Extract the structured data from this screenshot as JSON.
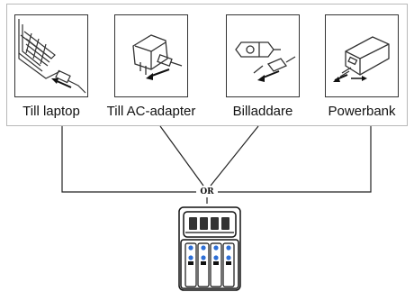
{
  "sources": [
    {
      "label": "Till laptop",
      "icon": "laptop-usb-icon"
    },
    {
      "label": "Till AC-adapter",
      "icon": "ac-adapter-icon"
    },
    {
      "label": "Billaddare",
      "icon": "car-charger-icon"
    },
    {
      "label": "Powerbank",
      "icon": "powerbank-icon"
    }
  ],
  "connector_label": "OR",
  "device_icon": "battery-charger-icon"
}
